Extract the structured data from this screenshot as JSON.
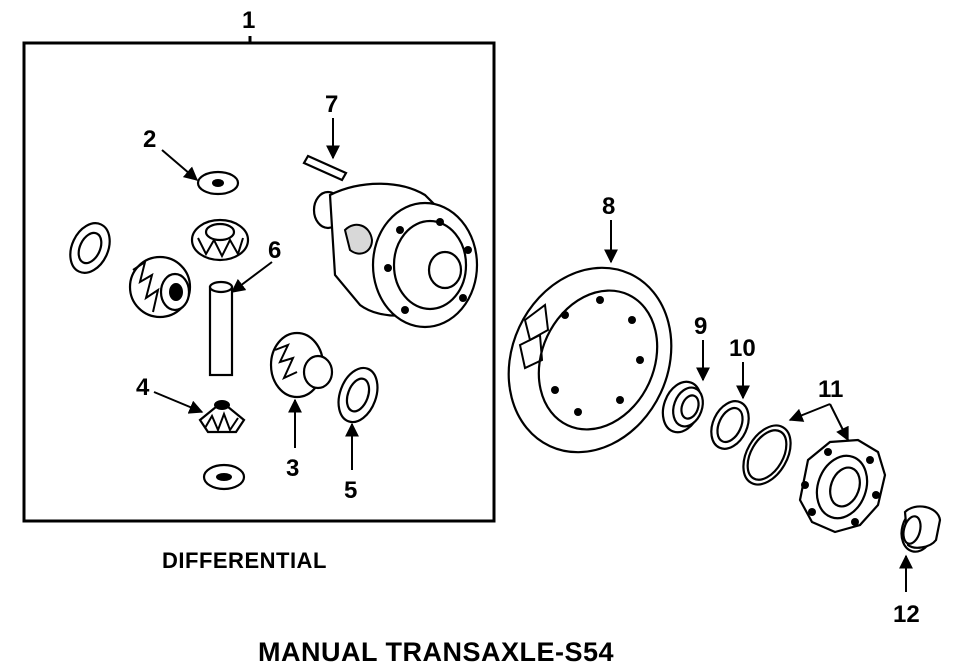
{
  "captions": {
    "subassembly": "DIFFERENTIAL",
    "assembly": "MANUAL TRANSAXLE-S54"
  },
  "callouts": {
    "c1": "1",
    "c2": "2",
    "c3": "3",
    "c4": "4",
    "c5": "5",
    "c6": "6",
    "c7": "7",
    "c8": "8",
    "c9": "9",
    "c10": "10",
    "c11": "11",
    "c12": "12"
  }
}
